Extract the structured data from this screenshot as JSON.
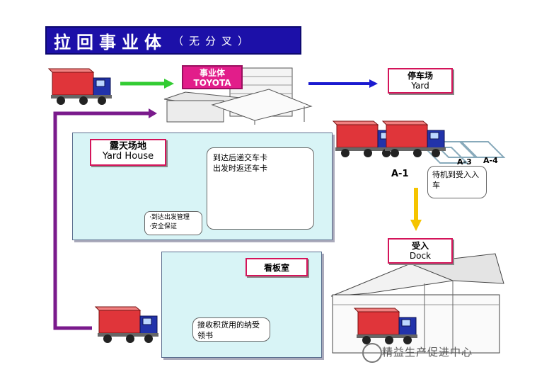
{
  "title": {
    "main": "拉回事业体",
    "sub": "（无分叉）"
  },
  "labels": {
    "toyota_l1": "事业体",
    "toyota_l2": "TOYOTA",
    "yard_l1": "停车场",
    "yard_l2": "Yard",
    "yard_house_l1": "露天场地",
    "yard_house_l2": "Yard House",
    "kanban_room": "看板室",
    "dock_l1": "受入",
    "dock_l2": "Dock"
  },
  "callouts": {
    "card_l1": "到达后递交车卡",
    "card_l2": "出发时返还车卡",
    "mgmt_l1": "·到达出发管理",
    "mgmt_l2": "·安全保证",
    "wait": "待机到受入入车",
    "receive": "接收积货用的纳受领书"
  },
  "bay_labels": [
    "A-1",
    "A-3",
    "A-4"
  ],
  "watermark": "精益生产促进中心",
  "colors": {
    "title_bg": "#1c10a8",
    "accent_pink": "#d4145a",
    "toyota_bg": "#e21d8a",
    "panel_bg": "#d8f4f6",
    "arrow_green": "#33cc33",
    "arrow_blue": "#1a1ad0",
    "arrow_purple": "#7a1a8c",
    "arrow_yellow": "#f5c400",
    "truck_red": "#e0353a",
    "truck_blue": "#2233aa"
  }
}
